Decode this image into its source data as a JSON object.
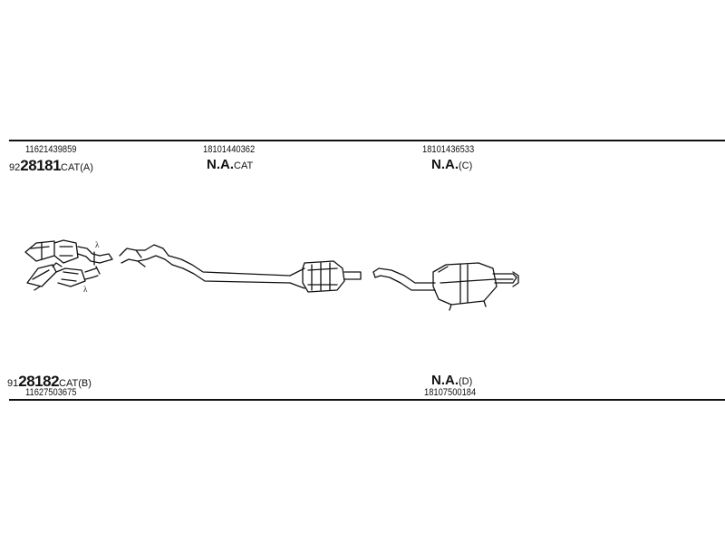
{
  "top_row": {
    "item1": {
      "part_number": "11621439859",
      "prefix": "92",
      "code": "28181",
      "suffix": "CAT(A)"
    },
    "item2": {
      "part_number": "18101440362",
      "code": "N.A.",
      "suffix": "CAT"
    },
    "item3": {
      "part_number": "18101436533",
      "code": "N.A.",
      "suffix": "(C)"
    }
  },
  "bottom_row": {
    "item1": {
      "prefix": "91",
      "code": "28182",
      "suffix": "CAT(B)",
      "part_number": "11627503675"
    },
    "item2": {
      "code": "N.A.",
      "suffix": "(D)",
      "part_number": "18107500184"
    }
  },
  "annotations": {
    "lambda_mark": "λ"
  }
}
